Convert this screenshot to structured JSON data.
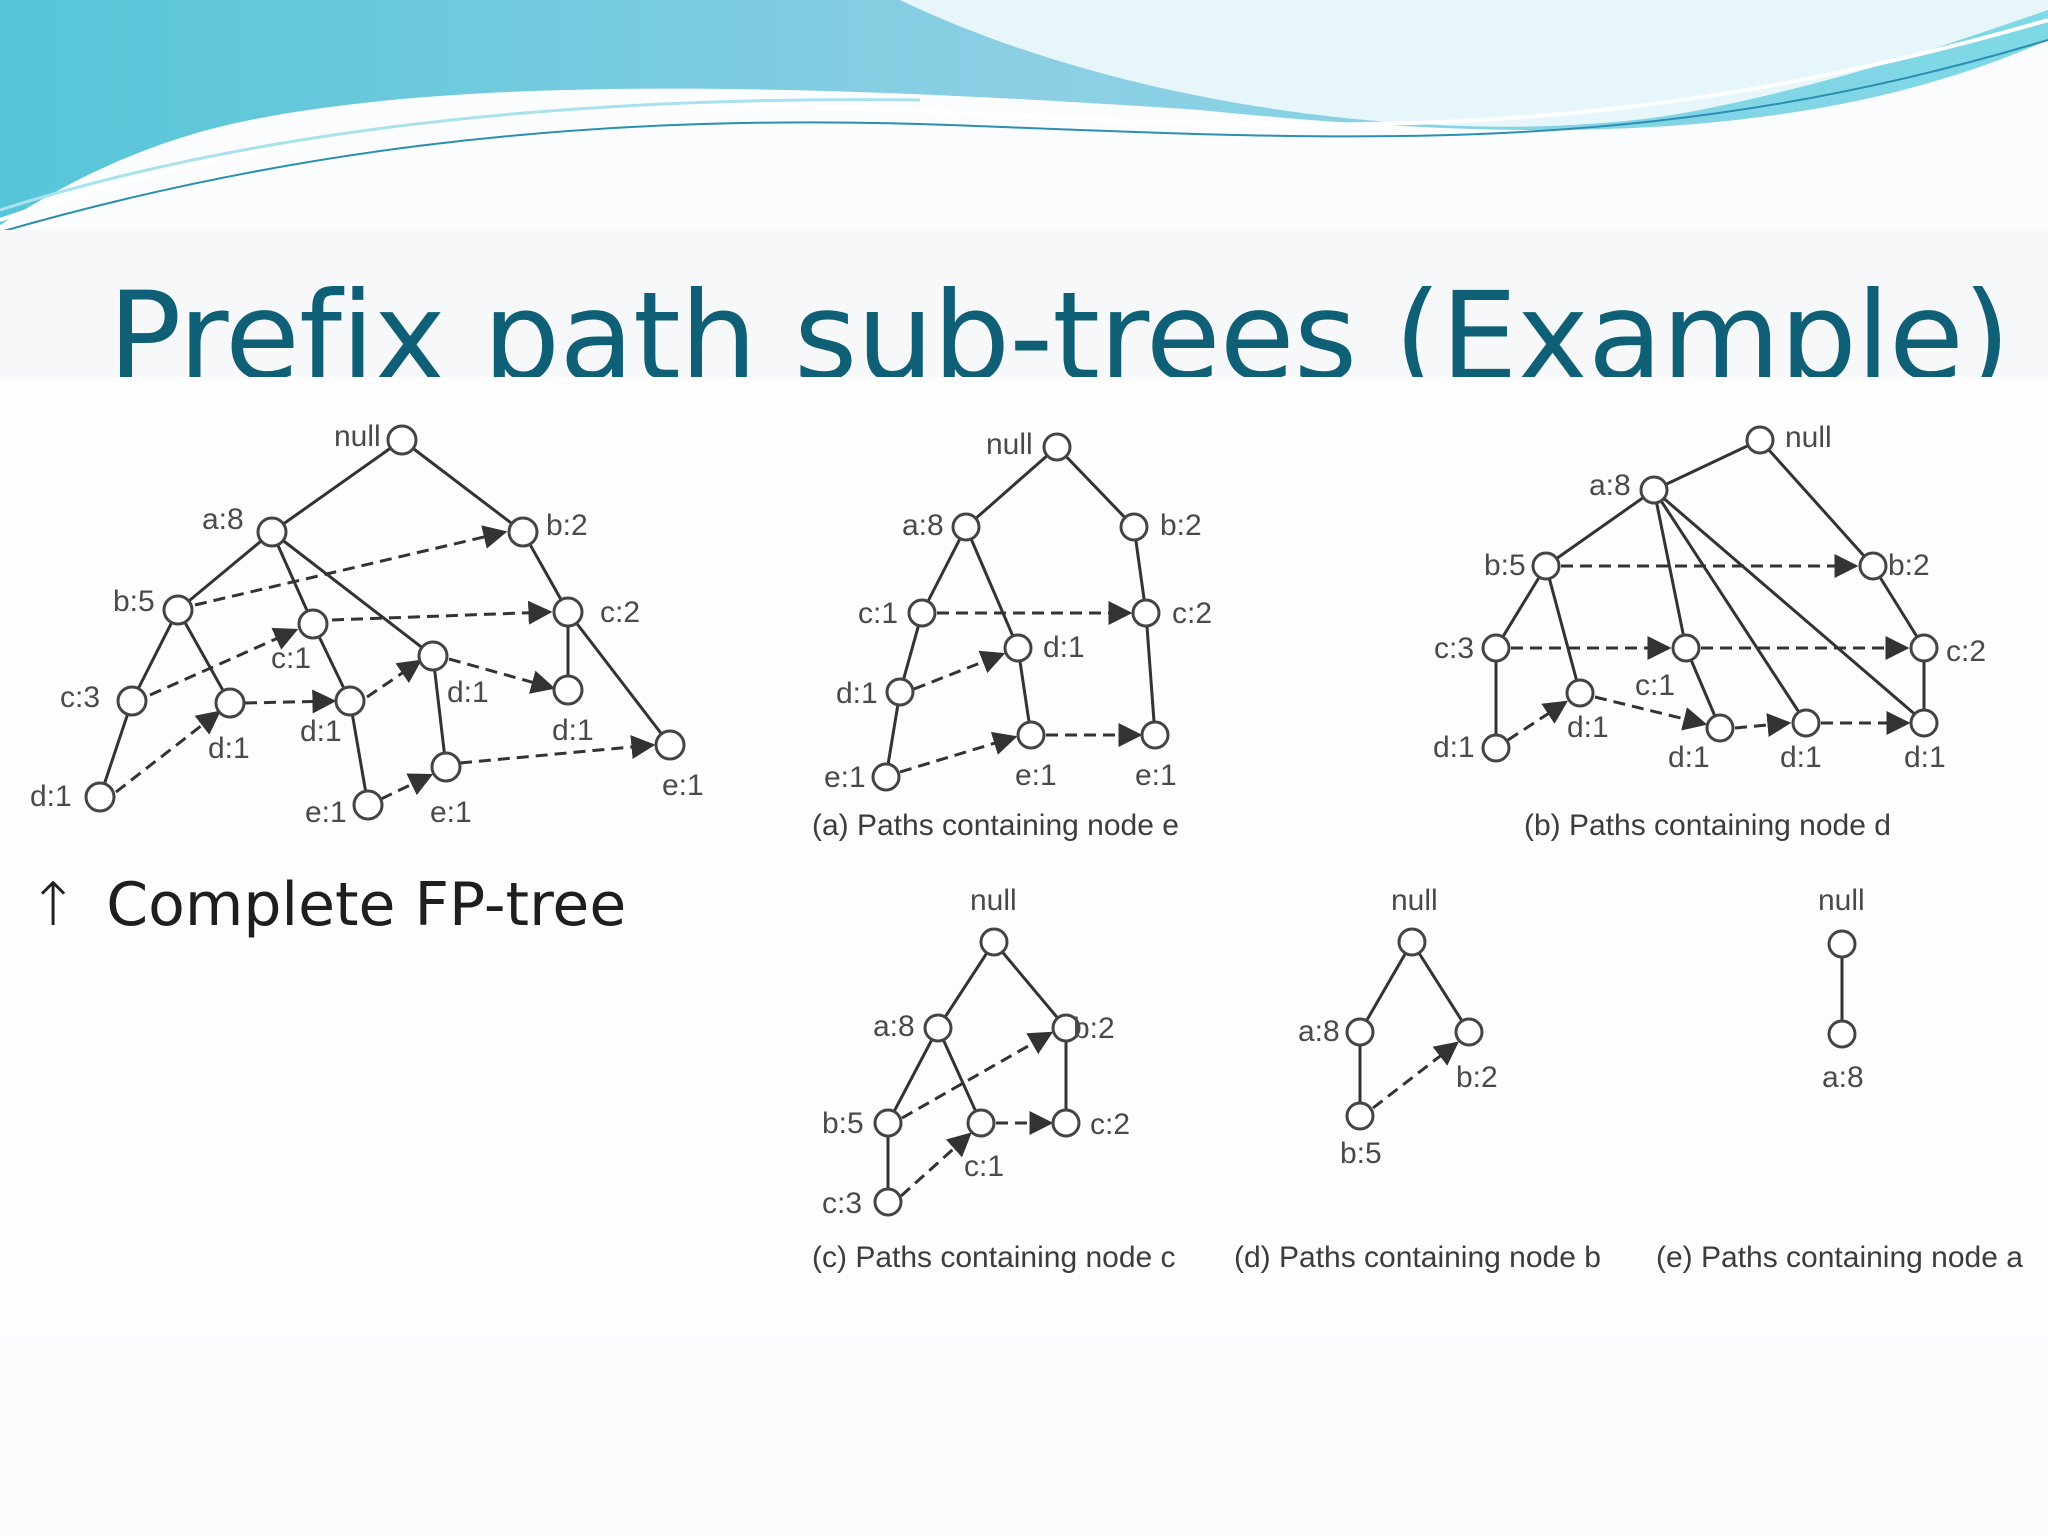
{
  "slide": {
    "title": "Prefix path sub-trees (Example)",
    "complete_tree_caption": "Complete FP-tree",
    "caption_arrow_icon": "up-arrow-icon"
  },
  "colors": {
    "title": "#0f6076",
    "banner_light": "#bfe6ef",
    "banner_dark": "#1f9ab6",
    "edge": "#333333",
    "node_stroke": "#444444"
  },
  "node_labels": [
    "null",
    "a:8",
    "b:2",
    "b:5",
    "c:2",
    "c:1",
    "c:3",
    "d:1",
    "d:1",
    "d:1",
    "d:1",
    "e:1",
    "e:1",
    "e:1"
  ],
  "panels": [
    {
      "caption": "(a) Paths containing node e",
      "labels": [
        "null",
        "a:8",
        "b:2",
        "c:1",
        "c:2",
        "d:1",
        "d:1",
        "e:1",
        "e:1",
        "e:1"
      ]
    },
    {
      "caption": "(b) Paths containing node d",
      "labels": [
        "null",
        "a:8",
        "b:5",
        "b:2",
        "c:3",
        "c:1",
        "c:2",
        "d:1",
        "d:1",
        "d:1",
        "d:1",
        "d:1"
      ]
    },
    {
      "caption": "(c) Paths containing node c",
      "labels": [
        "null",
        "a:8",
        "b:2",
        "b:5",
        "c:1",
        "c:2",
        "c:3"
      ]
    },
    {
      "caption": "(d) Paths containing node b",
      "labels": [
        "null",
        "a:8",
        "b:2",
        "b:5"
      ]
    },
    {
      "caption": "(e) Paths containing node a",
      "labels": [
        "null",
        "a:8"
      ]
    }
  ]
}
